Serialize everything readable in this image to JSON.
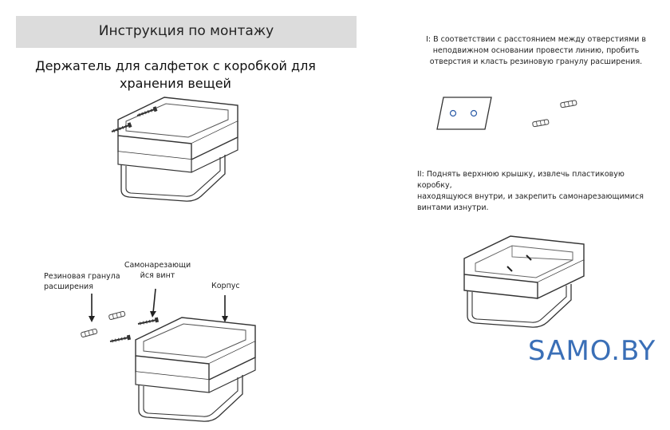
{
  "header": {
    "banner_title": "Инструкция по монтажу",
    "product_title_line1": "Держатель для салфеток с коробкой для",
    "product_title_line2": "хранения вещей"
  },
  "steps": {
    "step1_line1": "I: В соответствии с расстоянием между отверстиями в",
    "step1_line2": "неподвижном основании провести линию, пробить",
    "step1_line3": "отверстия и класть резиновую гранулу расширения.",
    "step2_line1": "II: Поднять верхнюю крышку, извлечь пластиковую коробку,",
    "step2_line2": "находящуюся внутри, и закрепить самонарезающимися",
    "step2_line3": "винтами изнутри."
  },
  "callouts": {
    "rubber_line1": "Резиновая гранула",
    "rubber_line2": "расширения",
    "screw_line1": "Самонарезающи",
    "screw_line2": "йся винт",
    "body": "Корпус"
  },
  "watermark": {
    "logo_text": "SAMO.BY",
    "color": "#3a6fb7"
  }
}
